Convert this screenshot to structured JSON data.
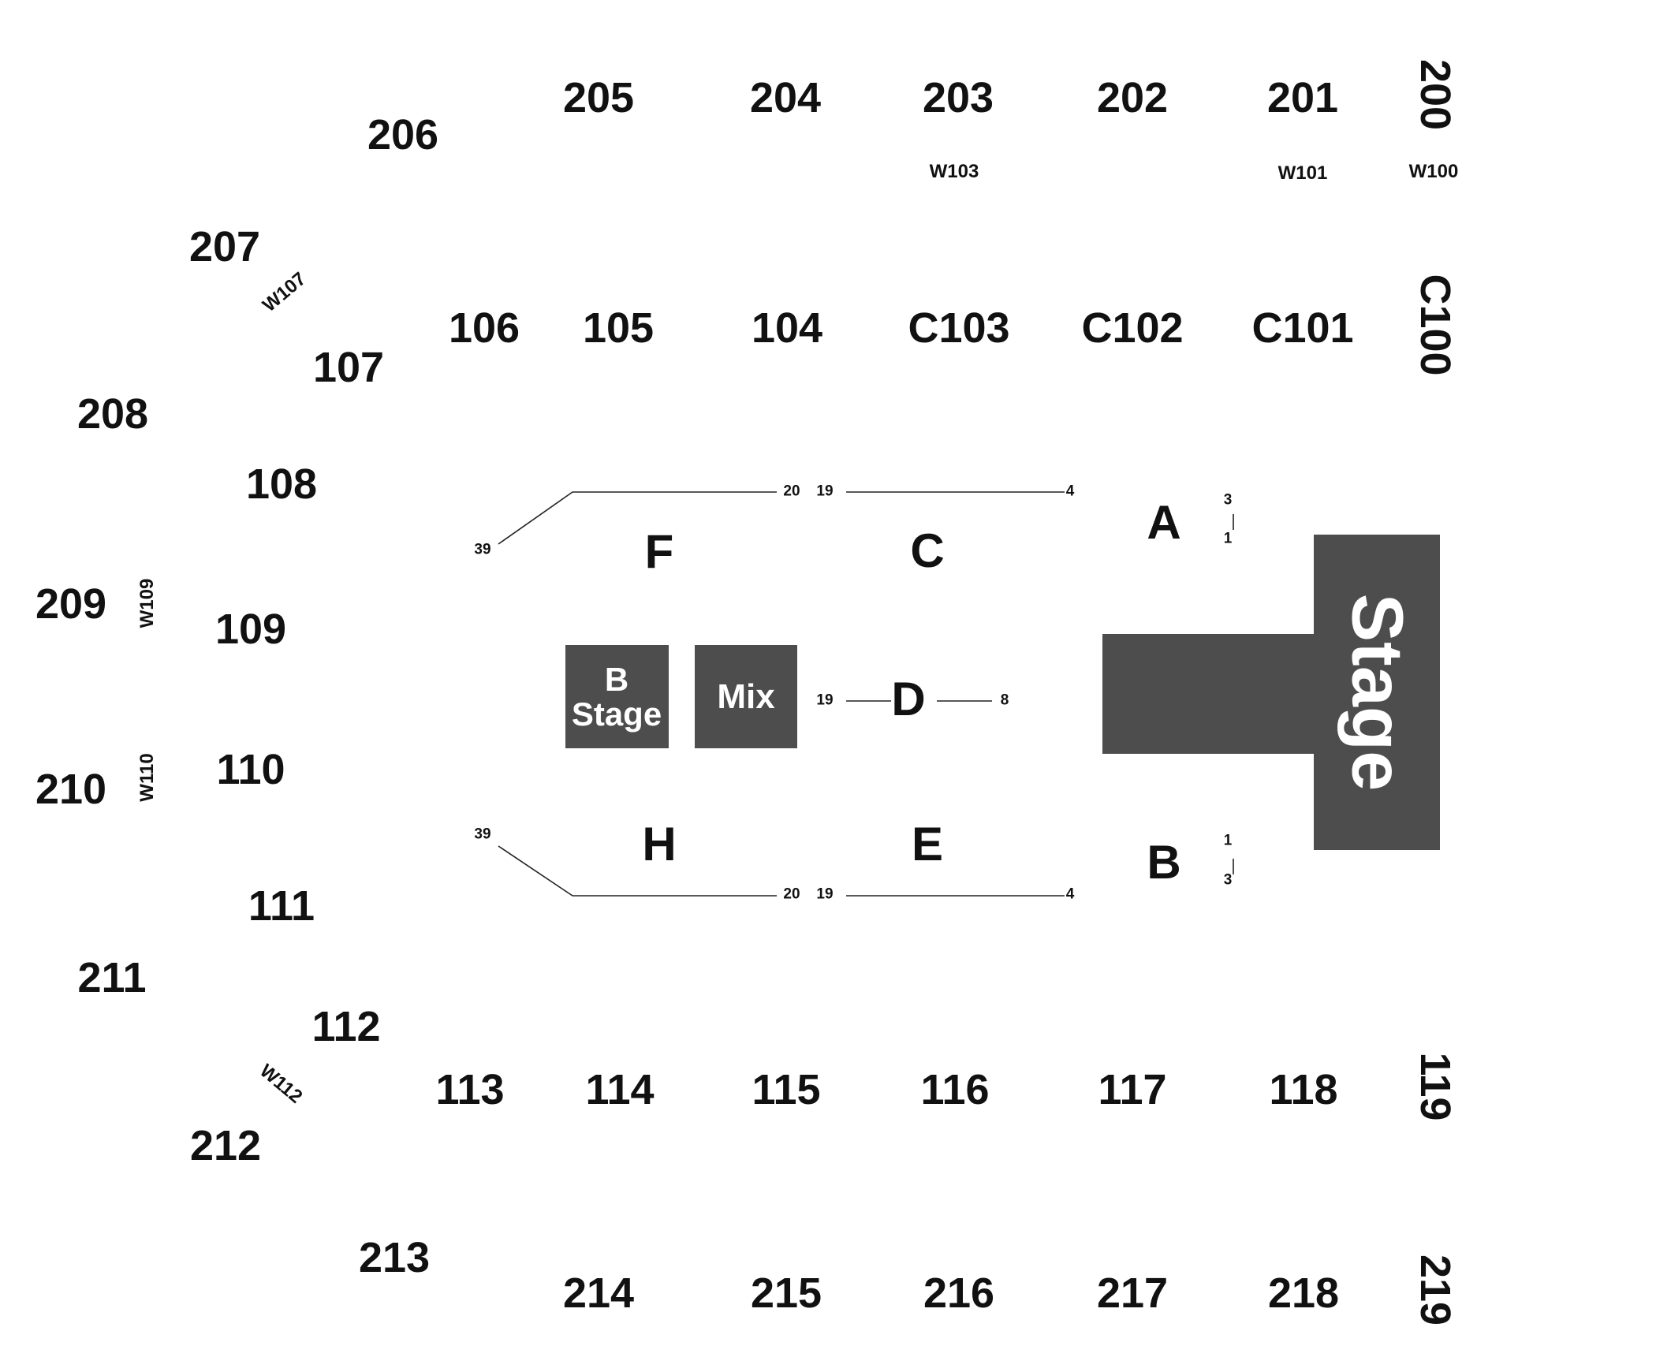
{
  "sections": {
    "s205": "205",
    "s204": "204",
    "s203": "203",
    "s202": "202",
    "s201": "201",
    "s200": "200",
    "s206": "206",
    "s207": "207",
    "s208": "208",
    "s209": "209",
    "s210": "210",
    "s211": "211",
    "s212": "212",
    "s213": "213",
    "s214": "214",
    "s215": "215",
    "s216": "216",
    "s217": "217",
    "s218": "218",
    "s219": "219",
    "s106": "106",
    "s105": "105",
    "s104": "104",
    "c103": "C103",
    "c102": "C102",
    "c101": "C101",
    "c100": "C100",
    "s107": "107",
    "s108": "108",
    "s109": "109",
    "s110": "110",
    "s111": "111",
    "s112": "112",
    "s113": "113",
    "s114": "114",
    "s115": "115",
    "s116": "116",
    "s117": "117",
    "s118": "118",
    "s119": "119"
  },
  "wheelchair": {
    "w103": "W103",
    "w101": "W101",
    "w100": "W100",
    "w107": "W107",
    "w109": "W109",
    "w110": "W110",
    "w112": "W112"
  },
  "floor": {
    "a": "A",
    "b": "B",
    "c": "C",
    "d": "D",
    "e": "E",
    "f": "F",
    "h": "H"
  },
  "rows": {
    "f_start": "39",
    "f_end": "20",
    "c_start": "19",
    "c_end": "4",
    "h_start": "39",
    "h_end": "20",
    "e_start": "19",
    "e_end": "4",
    "d_start": "19",
    "d_end": "8",
    "a_top": "3",
    "a_bottom": "1",
    "b_top": "1",
    "b_bottom": "3"
  },
  "blocks": {
    "b_stage": "B\nStage",
    "mix": "Mix",
    "stage": "Stage"
  },
  "colors": {
    "block": "#4d4d4d",
    "text": "#111111",
    "line": "#222222"
  }
}
